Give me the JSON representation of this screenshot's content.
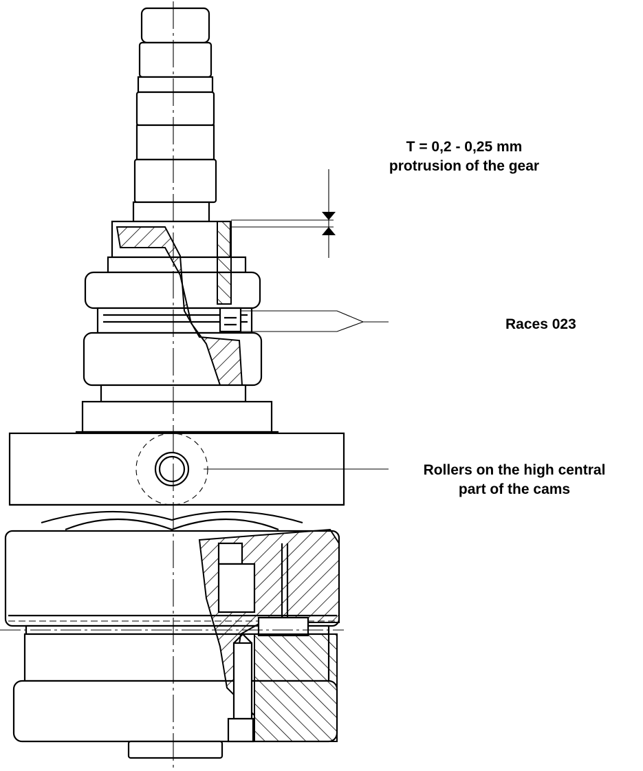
{
  "annotations": {
    "protrusion_line1": "T = 0,2 - 0,25 mm",
    "protrusion_line2": "protrusion of the gear",
    "races": "Races  023",
    "rollers_line1": "Rollers on the high central",
    "rollers_line2": "part of the cams"
  }
}
